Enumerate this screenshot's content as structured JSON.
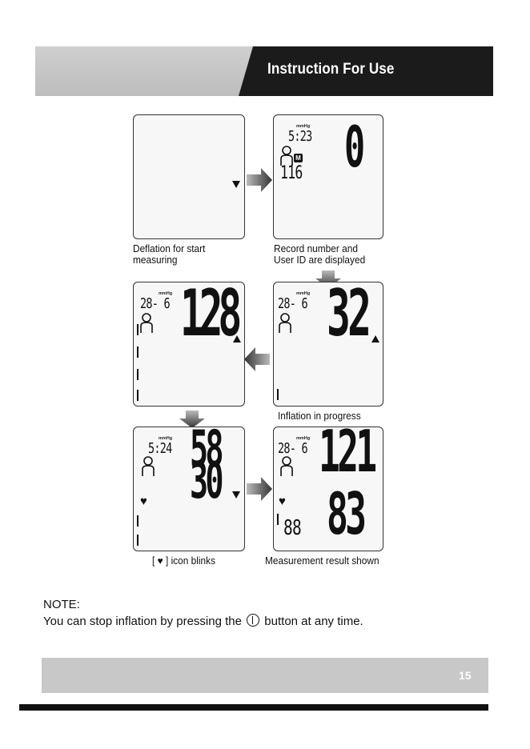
{
  "header": {
    "title": "Instruction For Use"
  },
  "panels": [
    {
      "id": "deflation",
      "caption_line1": "Deflation for start",
      "caption_line2": "measuring"
    },
    {
      "id": "record",
      "unit": "mmHg",
      "time": "5:23",
      "memory_badge": "M",
      "record_number": "116",
      "pressure": "0",
      "caption_line1": "Record number and",
      "caption_line2": "User ID are displayed"
    },
    {
      "id": "inflation",
      "unit": "mmHg",
      "date": "28- 6",
      "pressure": "32",
      "caption": "Inflation in progress"
    },
    {
      "id": "measuring",
      "unit": "mmHg",
      "date": "28- 6",
      "pressure": "128"
    },
    {
      "id": "heart-blink",
      "unit": "mmHg",
      "time": "5:24",
      "systolic": "58",
      "diastolic": "30",
      "caption_prefix": "[",
      "caption_suffix": "] icon blinks"
    },
    {
      "id": "result",
      "unit": "mmHg",
      "date": "28- 6",
      "systolic": "121",
      "diastolic": "83",
      "pulse": "88",
      "caption": "Measurement result shown"
    }
  ],
  "note": {
    "label": "NOTE:",
    "text_before": "You can stop inflation by pressing the",
    "text_after": "button at any time."
  },
  "footer": {
    "page_number": "15"
  }
}
